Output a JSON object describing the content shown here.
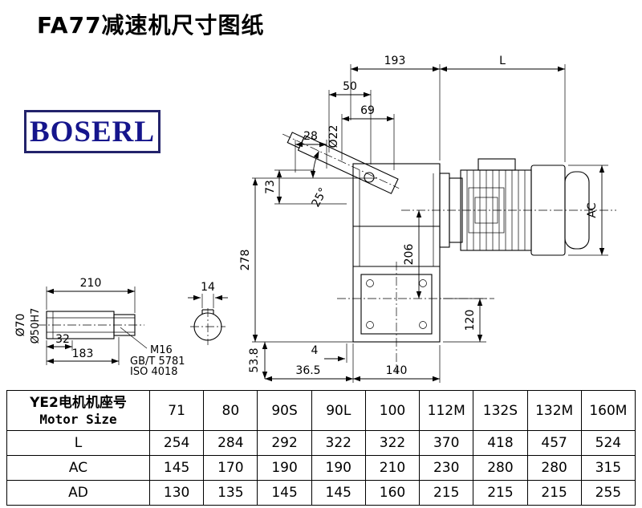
{
  "title": "FA77减速机尺寸图纸",
  "logo": {
    "text": "BOSERL"
  },
  "drawing": {
    "dims": {
      "d193": "193",
      "dL": "L",
      "d50": "50",
      "d69": "69",
      "d22": "Ø22",
      "d28": "28",
      "d73": "73",
      "d25": "25°",
      "d278": "278",
      "d206": "206",
      "dAC": "AC",
      "d120": "120",
      "d4": "4",
      "d36_5": "36.5",
      "d140": "140",
      "d210": "210",
      "d14": "14",
      "d70": "Ø70",
      "d50h7": "Ø50H7",
      "d32": "32",
      "d183": "183",
      "d53_8": "53.8",
      "m16": "M16",
      "gb": "GB/T 5781",
      "iso": "ISO 4018"
    }
  },
  "table": {
    "header": {
      "line1": "YE2电机机座号",
      "line2": "Motor Size"
    },
    "sizes": [
      "71",
      "80",
      "90S",
      "90L",
      "100",
      "112M",
      "132S",
      "132M",
      "160M"
    ],
    "rows": [
      {
        "label": "L",
        "values": [
          "254",
          "284",
          "292",
          "322",
          "322",
          "370",
          "418",
          "457",
          "524"
        ]
      },
      {
        "label": "AC",
        "values": [
          "145",
          "170",
          "190",
          "190",
          "210",
          "230",
          "280",
          "280",
          "315"
        ]
      },
      {
        "label": "AD",
        "values": [
          "130",
          "135",
          "145",
          "145",
          "160",
          "215",
          "215",
          "215",
          "255"
        ]
      }
    ]
  }
}
